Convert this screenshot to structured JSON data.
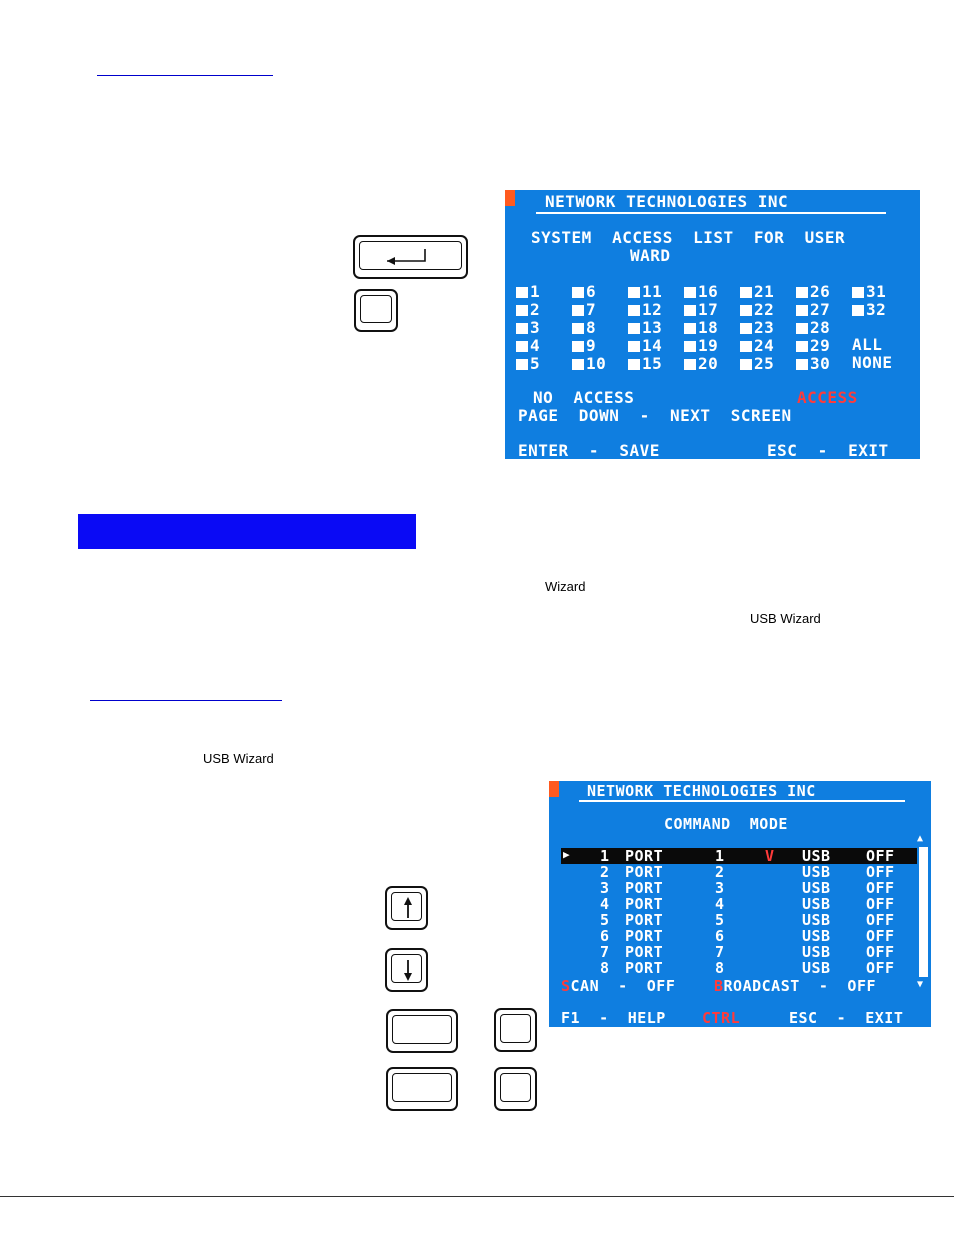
{
  "notes": {
    "wizard": "Wizard",
    "usb_wizard_1": "USB Wizard",
    "usb_wizard_2": "USB Wizard"
  },
  "access_screen": {
    "header": "NETWORK TECHNOLOGIES INC",
    "title_line1": "SYSTEM  ACCESS  LIST  FOR  USER",
    "title_line2": "WARD",
    "ports_col1": [
      "1",
      "2",
      "3",
      "4",
      "5"
    ],
    "ports_col2": [
      "6",
      "7",
      "8",
      "9",
      "10"
    ],
    "ports_col3": [
      "11",
      "12",
      "13",
      "14",
      "15"
    ],
    "ports_col4": [
      "16",
      "17",
      "18",
      "19",
      "20"
    ],
    "ports_col5": [
      "21",
      "22",
      "23",
      "24",
      "25"
    ],
    "ports_col6": [
      "26",
      "27",
      "28",
      "29",
      "30"
    ],
    "ports_col7": [
      "31",
      "32"
    ],
    "all_label": "ALL",
    "none_label": "NONE",
    "no_access_label": "NO  ACCESS",
    "access_label": "ACCESS",
    "page_down_line": "PAGE  DOWN  -  NEXT  SCREEN",
    "enter_save": "ENTER  -  SAVE",
    "esc_exit": "ESC  -  EXIT"
  },
  "command_screen": {
    "header": "NETWORK TECHNOLOGIES INC",
    "title": "COMMAND  MODE",
    "rows": [
      {
        "num": "1",
        "port": "PORT",
        "pnum": "1",
        "mark": "V",
        "usb": "USB",
        "state": "OFF"
      },
      {
        "num": "2",
        "port": "PORT",
        "pnum": "2",
        "mark": "",
        "usb": "USB",
        "state": "OFF"
      },
      {
        "num": "3",
        "port": "PORT",
        "pnum": "3",
        "mark": "",
        "usb": "USB",
        "state": "OFF"
      },
      {
        "num": "4",
        "port": "PORT",
        "pnum": "4",
        "mark": "",
        "usb": "USB",
        "state": "OFF"
      },
      {
        "num": "5",
        "port": "PORT",
        "pnum": "5",
        "mark": "",
        "usb": "USB",
        "state": "OFF"
      },
      {
        "num": "6",
        "port": "PORT",
        "pnum": "6",
        "mark": "",
        "usb": "USB",
        "state": "OFF"
      },
      {
        "num": "7",
        "port": "PORT",
        "pnum": "7",
        "mark": "",
        "usb": "USB",
        "state": "OFF"
      },
      {
        "num": "8",
        "port": "PORT",
        "pnum": "8",
        "mark": "",
        "usb": "USB",
        "state": "OFF"
      }
    ],
    "scan_s": "S",
    "scan_rest": "CAN  -  OFF",
    "broadcast_b": "B",
    "broadcast_rest": "ROADCAST  -  OFF",
    "f1_help": "F1  -  HELP",
    "ctrl": "CTRL",
    "esc_exit": "ESC  -  EXIT"
  },
  "colors": {
    "screen_bg": "#0f7ee0",
    "highlight": "#ff3b3b",
    "banner": "#0a0af5",
    "link_underline": "#0000cc"
  }
}
